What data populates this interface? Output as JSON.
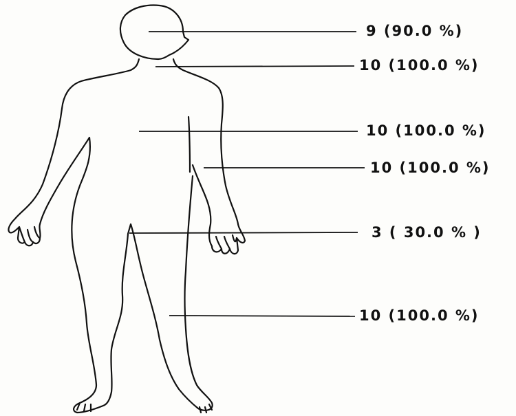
{
  "annotations": [
    {
      "region": "head",
      "text": "9 (90.0 %)"
    },
    {
      "region": "neck",
      "text": "10 (100.0 %)"
    },
    {
      "region": "chest",
      "text": "10 (100.0 %)"
    },
    {
      "region": "arm",
      "text": "10 (100.0 %)"
    },
    {
      "region": "genital",
      "text": "3 ( 30.0 % )"
    },
    {
      "region": "leg",
      "text": "10 (100.0 %)"
    }
  ],
  "colors": {
    "ink": "#111111",
    "background": "#fdfdfb"
  }
}
